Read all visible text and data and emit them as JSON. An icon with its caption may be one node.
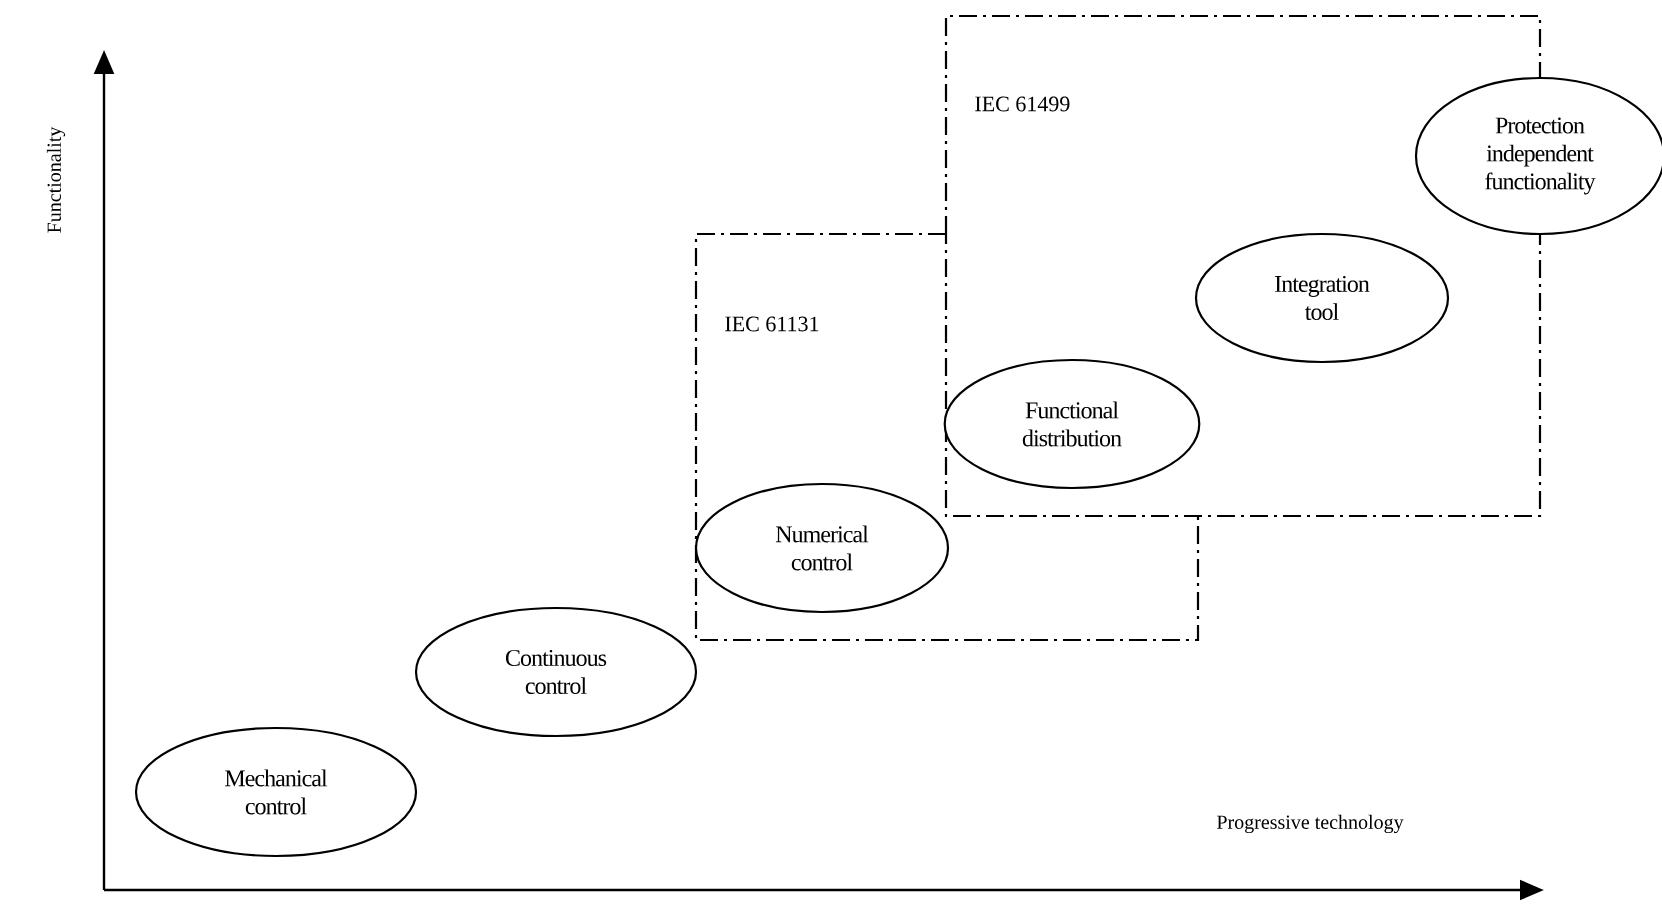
{
  "diagram": {
    "nodes": [
      {
        "text": [
          "Mechanical control"
        ]
      },
      {
        "text": [
          "Continuous control"
        ]
      },
      {
        "text": [
          "IEC 61131"
        ]
      },
      {
        "text": [
          "Numerical control"
        ],
        "in": 2
      },
      {
        "text": [
          "IEC 61499"
        ]
      },
      {
        "text": [
          "Functional distribution"
        ]
      },
      {
        "text": [
          "Integration tool"
        ],
        "in": 4
      },
      {
        "text": [
          "Protection independent functionality"
        ]
      }
    ],
    "labels": [
      "Functionality",
      "Progressive technology"
    ]
  }
}
